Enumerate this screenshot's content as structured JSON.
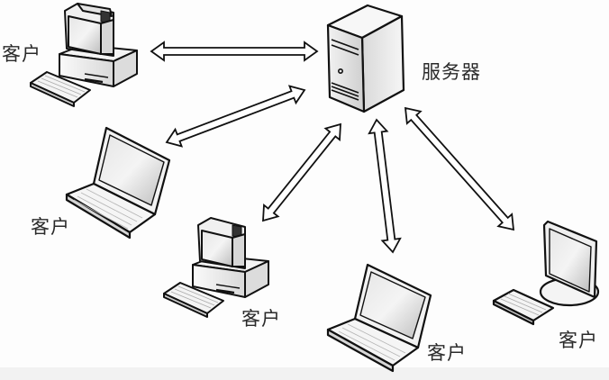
{
  "diagram": {
    "title": "Client-Server architecture",
    "server": {
      "id": "server",
      "label": "服务器",
      "icon": "server-tower-icon"
    },
    "clients": [
      {
        "id": "client-1",
        "label": "客户",
        "icon": "desktop-crt-icon"
      },
      {
        "id": "client-2",
        "label": "客户",
        "icon": "laptop-icon"
      },
      {
        "id": "client-3",
        "label": "客户",
        "icon": "desktop-crt-icon"
      },
      {
        "id": "client-4",
        "label": "客户",
        "icon": "laptop-icon"
      },
      {
        "id": "client-5",
        "label": "客户",
        "icon": "lcd-monitor-icon"
      }
    ],
    "edges": [
      {
        "from": "client-1",
        "to": "server",
        "type": "bidirectional"
      },
      {
        "from": "client-2",
        "to": "server",
        "type": "bidirectional"
      },
      {
        "from": "client-3",
        "to": "server",
        "type": "bidirectional"
      },
      {
        "from": "client-4",
        "to": "server",
        "type": "bidirectional"
      },
      {
        "from": "client-5",
        "to": "server",
        "type": "bidirectional"
      }
    ]
  }
}
